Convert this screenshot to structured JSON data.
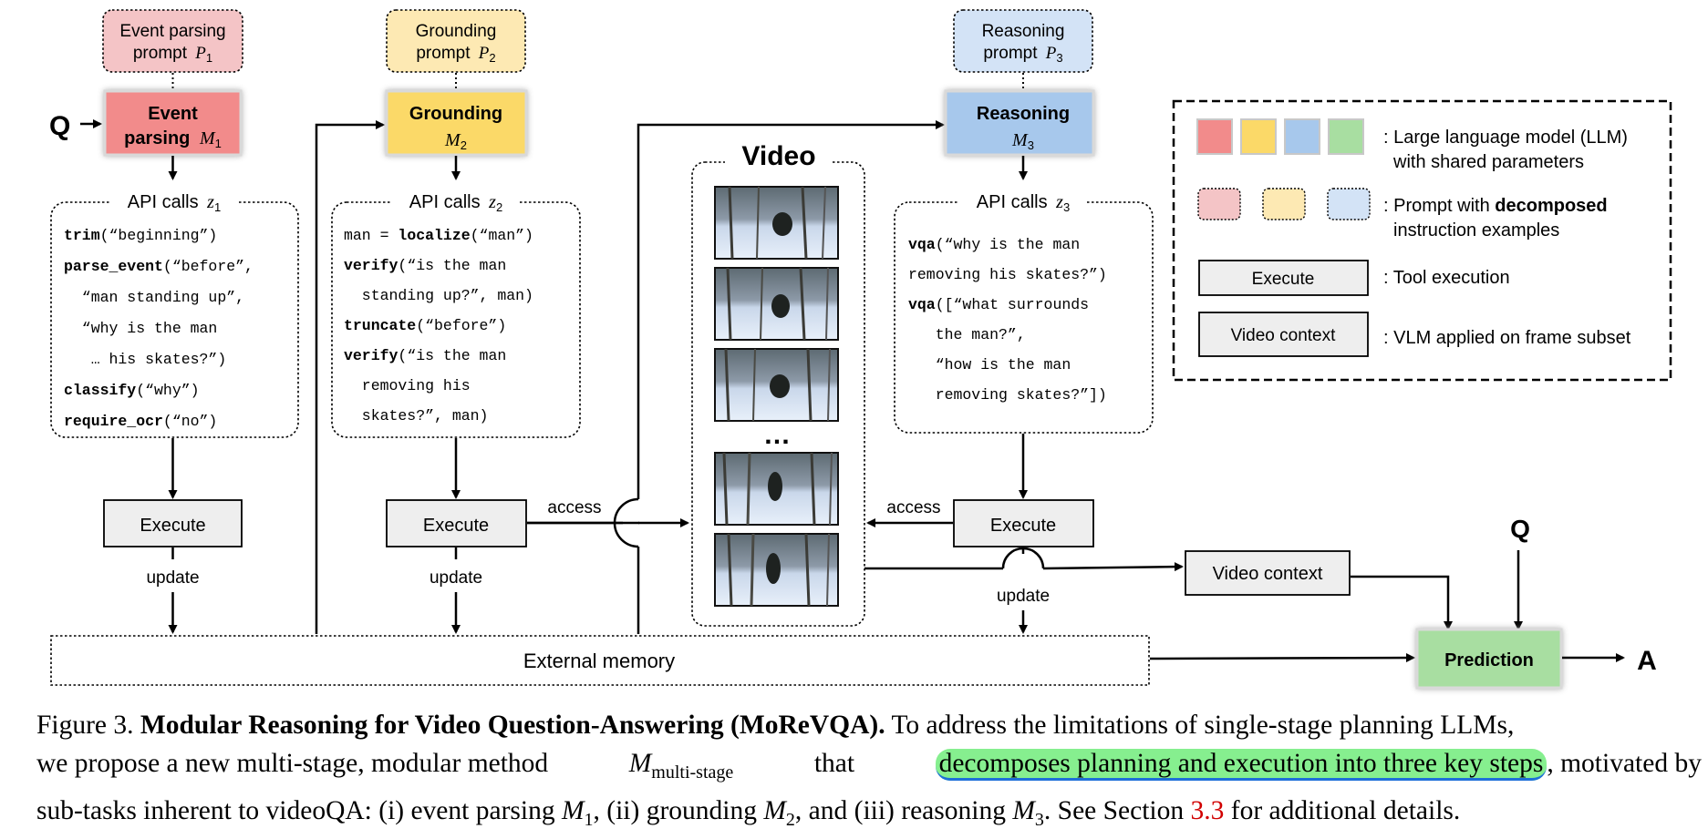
{
  "stages": [
    {
      "prompt_line1": "Event parsing",
      "prompt_line2": "prompt",
      "prompt_var": "P",
      "prompt_sub": "1",
      "model_line1": "Event",
      "model_line2": "parsing",
      "model_var": "M",
      "model_sub": "1",
      "api_label": "API calls",
      "api_var": "z",
      "api_sub": "1",
      "code": [
        {
          "fn": "trim",
          "rest": "(“beginning”)"
        },
        {
          "fn": "parse_event",
          "rest": "(“before”,"
        },
        {
          "fn": "",
          "rest": "  “man standing up”,"
        },
        {
          "fn": "",
          "rest": "  “why is the man"
        },
        {
          "fn": "",
          "rest": "   … his skates?”)"
        },
        {
          "fn": "classify",
          "rest": "(“why”)"
        },
        {
          "fn": "require_ocr",
          "rest": "(“no”)"
        }
      ],
      "execute": "Execute",
      "update": "update",
      "color_fill": "#f28b8b",
      "color_prompt": "#f4c4c6"
    },
    {
      "prompt_line1": "Grounding",
      "prompt_line2": "prompt",
      "prompt_var": "P",
      "prompt_sub": "2",
      "model_line1": "Grounding",
      "model_line2": "",
      "model_var": "M",
      "model_sub": "2",
      "api_label": "API calls",
      "api_var": "z",
      "api_sub": "2",
      "code": [
        {
          "fn": "",
          "pre": "man = ",
          "fn2": "localize",
          "rest": "(“man”)"
        },
        {
          "fn": "verify",
          "rest": "(“is the man"
        },
        {
          "fn": "",
          "rest": "  standing up?”, man)"
        },
        {
          "fn": "truncate",
          "rest": "(“before”)"
        },
        {
          "fn": "verify",
          "rest": "(“is the man"
        },
        {
          "fn": "",
          "rest": "  removing his"
        },
        {
          "fn": "",
          "rest": "  skates?”, man)"
        }
      ],
      "execute": "Execute",
      "update": "update",
      "access": "access",
      "color_fill": "#fbd968",
      "color_prompt": "#fde9b3"
    },
    {
      "prompt_line1": "Reasoning",
      "prompt_line2": "prompt",
      "prompt_var": "P",
      "prompt_sub": "3",
      "model_line1": "Reasoning",
      "model_line2": "",
      "model_var": "M",
      "model_sub": "3",
      "api_label": "API calls",
      "api_var": "z",
      "api_sub": "3",
      "code": [
        {
          "fn": "vqa",
          "rest": "(“why is the man"
        },
        {
          "fn": "",
          "rest": "removing his skates?”)"
        },
        {
          "fn": "vqa",
          "rest": "([“what surrounds"
        },
        {
          "fn": "",
          "rest": "   the man?”,"
        },
        {
          "fn": "",
          "rest": "   “how is the man"
        },
        {
          "fn": "",
          "rest": "   removing skates?”])"
        }
      ],
      "execute": "Execute",
      "update": "update",
      "access": "access",
      "color_fill": "#a7c8ec",
      "color_prompt": "#d3e3f6"
    }
  ],
  "q_label": "Q",
  "q_label_2": "Q",
  "video_title": "Video",
  "video_ellipsis": "…",
  "external_memory": "External memory",
  "video_context": "Video context",
  "prediction": "Prediction",
  "answer": "A",
  "legend": {
    "llm_line1": ": Large language model (LLM)",
    "llm_line2": "with shared parameters",
    "prompt_pre": ": Prompt with ",
    "prompt_bold": "decomposed",
    "prompt_line2": "instruction examples",
    "execute_box": "Execute",
    "execute_desc": ": Tool execution",
    "context_box": "Video context",
    "context_desc": ": VLM applied on frame subset",
    "swatch_colors": [
      "#f28b8b",
      "#fbd968",
      "#a7c8ec",
      "#a8dea1"
    ]
  },
  "colors": {
    "prediction_fill": "#a8dea1",
    "box_fill": "#eeeeee",
    "highlight": "#86ef8f",
    "underline": "#1e6fd9",
    "ref": "#d10000"
  },
  "caption": {
    "figure_label": "Figure 3.",
    "title": "Modular Reasoning for Video Question-Answering (MoReVQA).",
    "s1": "To address the limitations of single-stage planning LLMs,",
    "s2a": "we propose a new multi-stage, modular method",
    "m_multi_var": "M",
    "m_multi_sub": "multi-stage",
    "s2b": "that",
    "highlight": "decomposes planning and execution into three key steps",
    "s2c": ", motivated by",
    "s3a": "sub-tasks inherent to videoQA: (i) event parsing",
    "m1_var": "M",
    "m1_sub": "1",
    "s3b": ", (ii) grounding",
    "m2_var": "M",
    "m2_sub": "2",
    "s3c": ", and (iii) reasoning",
    "m3_var": "M",
    "m3_sub": "3",
    "s3d": ". See Section",
    "section_ref": "3.3",
    "s3e": "for additional details."
  }
}
